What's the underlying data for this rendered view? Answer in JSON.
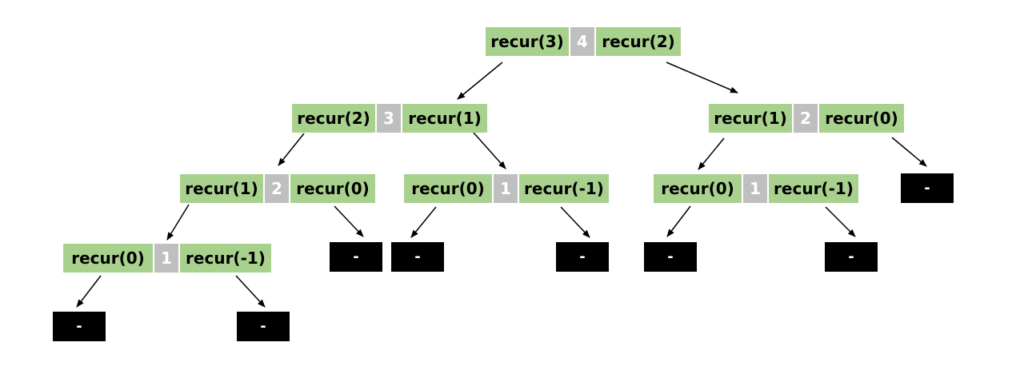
{
  "colors": {
    "call_fill": "#a9d18e",
    "value_fill": "#bfbfbf",
    "leaf_fill": "#000000",
    "arrow": "#000000"
  },
  "nodes": [
    {
      "id": "n4",
      "left": "recur(3)",
      "value": "4",
      "right": "recur(2)"
    },
    {
      "id": "n3",
      "left": "recur(2)",
      "value": "3",
      "right": "recur(1)"
    },
    {
      "id": "n2r",
      "left": "recur(1)",
      "value": "2",
      "right": "recur(0)"
    },
    {
      "id": "n2l",
      "left": "recur(1)",
      "value": "2",
      "right": "recur(0)"
    },
    {
      "id": "n1m",
      "left": "recur(0)",
      "value": "1",
      "right": "recur(-1)"
    },
    {
      "id": "n1r",
      "left": "recur(0)",
      "value": "1",
      "right": "recur(-1)"
    },
    {
      "id": "n1l",
      "left": "recur(0)",
      "value": "1",
      "right": "recur(-1)"
    }
  ],
  "leaves": [
    {
      "id": "lf1",
      "label": "-"
    },
    {
      "id": "lf2",
      "label": "-"
    },
    {
      "id": "lf3",
      "label": "-"
    },
    {
      "id": "lf4",
      "label": "-"
    },
    {
      "id": "lf5",
      "label": "-"
    },
    {
      "id": "lf6",
      "label": "-"
    },
    {
      "id": "lf7",
      "label": "-"
    },
    {
      "id": "lf8",
      "label": "-"
    }
  ],
  "edges": [
    {
      "from": "n4",
      "to": "n3"
    },
    {
      "from": "n4",
      "to": "n2r"
    },
    {
      "from": "n3",
      "to": "n2l"
    },
    {
      "from": "n3",
      "to": "n1m"
    },
    {
      "from": "n2l",
      "to": "n1l"
    },
    {
      "from": "n2l",
      "to": "lf1"
    },
    {
      "from": "n1m",
      "to": "lf2"
    },
    {
      "from": "n1m",
      "to": "lf3"
    },
    {
      "from": "n2r",
      "to": "n1r"
    },
    {
      "from": "n2r",
      "to": "lf4"
    },
    {
      "from": "n1r",
      "to": "lf5"
    },
    {
      "from": "n1r",
      "to": "lf6"
    },
    {
      "from": "n1l",
      "to": "lf7"
    },
    {
      "from": "n1l",
      "to": "lf8"
    }
  ]
}
